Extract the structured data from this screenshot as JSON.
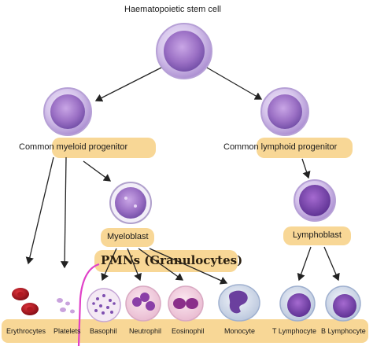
{
  "diagram": {
    "title": "Haematopoietic stem cell",
    "nodes": {
      "common_myeloid": "Common myeloid progenitor",
      "common_lymphoid": "Common lymphoid progenitor",
      "myeloblast": "Myeloblast",
      "lymphoblast": "Lymphoblast",
      "pmns": "PMNs (Granulocytes)"
    },
    "cells": {
      "erythrocytes": "Erythrocytes",
      "platelets": "Platelets",
      "basophil": "Basophil",
      "neutrophil": "Neutrophil",
      "eosinophil": "Eosinophil",
      "monocyte": "Monocyte",
      "t_lymphocyte": "T Lymphocyte",
      "b_lymphocyte": "B Lymphocyte"
    },
    "colors": {
      "highlight": "#f5c86e",
      "annotation_line": "#e040c8",
      "cell_purple": "#9a6fc4",
      "erythrocyte_red": "#a0101a"
    }
  }
}
